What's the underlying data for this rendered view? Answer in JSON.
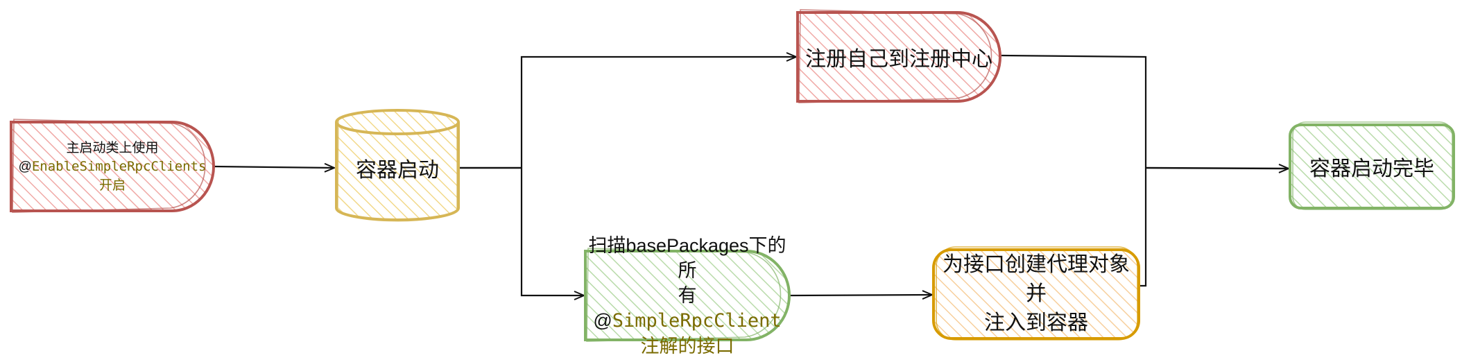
{
  "colors": {
    "red_stroke": "#b85450",
    "red_fill": "#f8cecc",
    "yellow_stroke": "#d6b656",
    "yellow_fill": "#fff2cc",
    "green_stroke": "#82b366",
    "green_fill": "#d5e8d4",
    "orange_stroke": "#d79b00",
    "orange_fill": "#ffe6cc",
    "annotation_text": "#7a6b00",
    "edge": "#111111"
  },
  "nodes": {
    "start": {
      "line1": "主启动类上使用",
      "line2_prefix": "@",
      "line2_annotation": "EnableSimpleRpcClients",
      "line3": "开启"
    },
    "container_start": {
      "label": "容器启动"
    },
    "register": {
      "label": "注册自己到注册中心"
    },
    "scan": {
      "line1": "扫描basePackages下的所",
      "line2_prefix": "有@",
      "line2_annotation": "SimpleRpcClient",
      "line3": "注解的接口"
    },
    "proxy": {
      "line1": "为接口创建代理对象并",
      "line2": "注入到容器"
    },
    "done": {
      "label": "容器启动完毕"
    }
  }
}
